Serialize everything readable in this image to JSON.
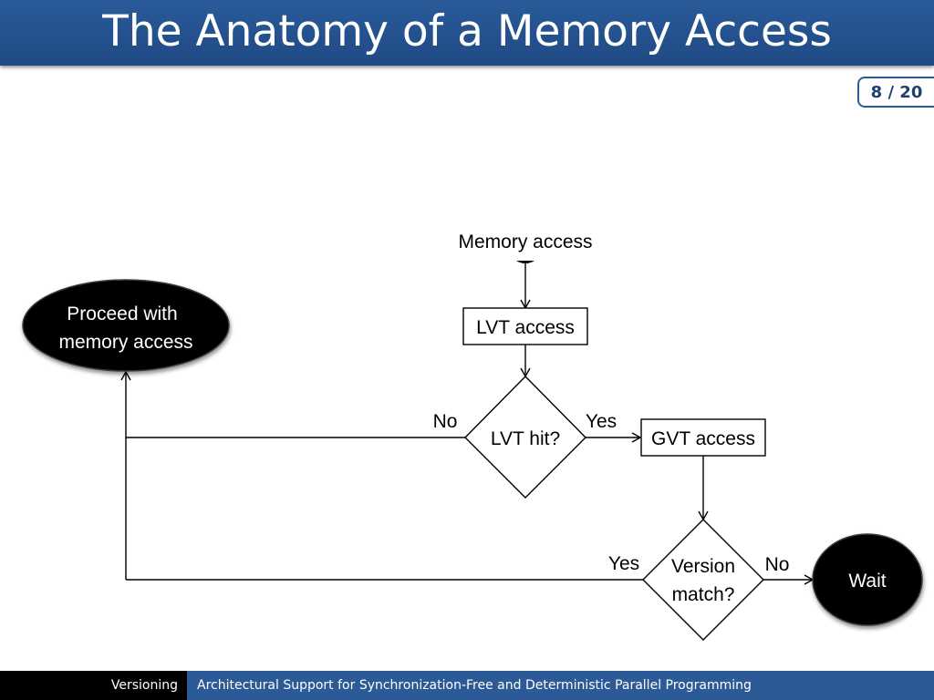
{
  "slide": {
    "title": "The Anatomy of a Memory Access",
    "page": "8 / 20"
  },
  "diagram": {
    "start_label": "Memory access",
    "lvt_access": "LVT access",
    "lvt_hit": "LVT hit?",
    "lvt_hit_no": "No",
    "lvt_hit_yes": "Yes",
    "gvt_access": "GVT access",
    "version_match_line1": "Version",
    "version_match_line2": "match?",
    "version_yes": "Yes",
    "version_no": "No",
    "proceed_line1": "Proceed with",
    "proceed_line2": "memory access",
    "wait": "Wait"
  },
  "footer": {
    "section": "Versioning",
    "talk_title": "Architectural Support for Synchronization-Free and Deterministic Parallel Programming"
  },
  "colors": {
    "title_bar": "#2a5a9a",
    "footer_title_bg": "#2b5a96",
    "terminal_fill": "#000000"
  }
}
